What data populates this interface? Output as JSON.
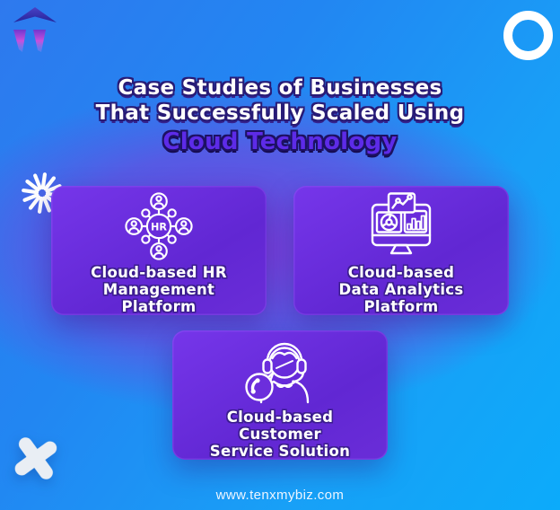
{
  "header": {
    "title_line1": "Case Studies of Businesses",
    "title_line2": "That Successfully Scaled Using",
    "title_highlight": "Cloud Technology"
  },
  "cards": [
    {
      "icon": "hr-network-icon",
      "icon_text": "HR",
      "lines": [
        "Cloud-based HR",
        "Management",
        "Platform"
      ]
    },
    {
      "icon": "analytics-dashboard-icon",
      "lines": [
        "Cloud-based",
        "Data Analytics",
        "Platform"
      ]
    },
    {
      "icon": "customer-support-icon",
      "lines": [
        "Cloud-based",
        "Customer",
        "Service Solution"
      ]
    }
  ],
  "footer": {
    "website": "www.tenxmybiz.com"
  },
  "decorations": {
    "top_left": "brand-logo-icon",
    "top_right": "ring-icon",
    "mid_left": "starburst-icon",
    "bottom_left": "cross-icon"
  },
  "colors": {
    "background_blue_top": "#2B79EF",
    "background_cyan_bottom": "#0CABFA",
    "background_purple_glow": "#7D3ADA",
    "card_purple": "#6B2ED9",
    "highlight_purple": "#5D2BE8",
    "text_white": "#FFFFFF"
  }
}
